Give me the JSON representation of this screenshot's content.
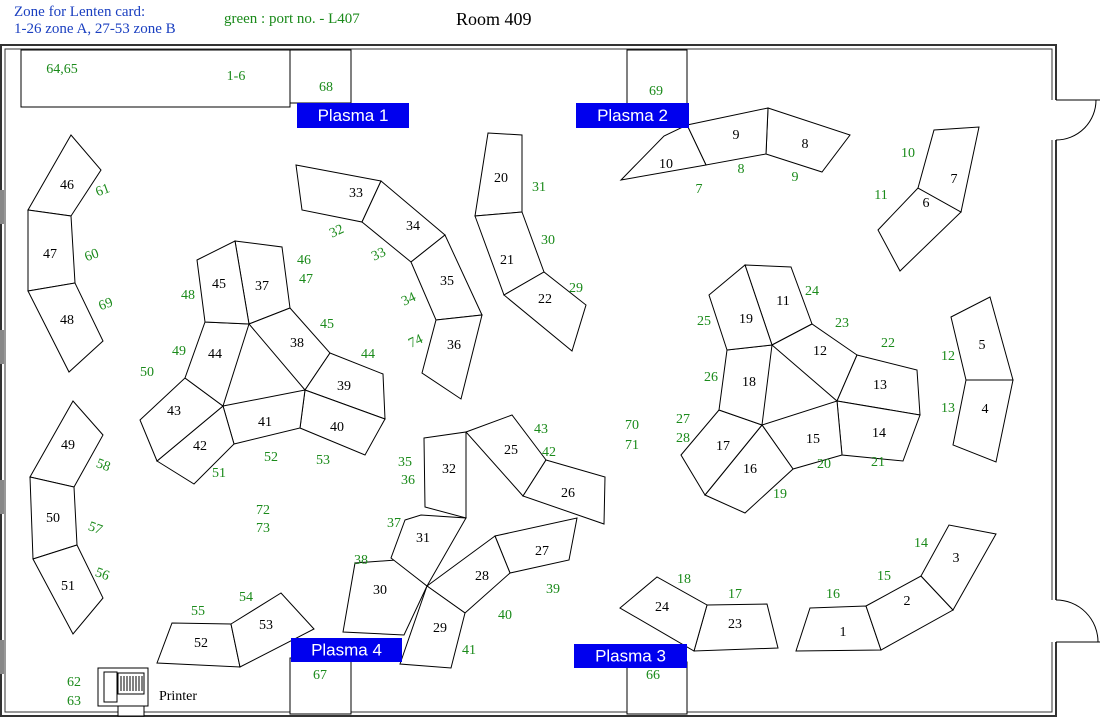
{
  "header": {
    "zone_line1": "Zone for Lenten card:",
    "zone_line2": "1-26 zone A, 27-53 zone B",
    "port_note": "green : port no. - L407",
    "room_title": "Room 409"
  },
  "colors": {
    "port": "#1a8a1a",
    "zone_note": "#1a3fc0",
    "plasma_bg": "#0000ee",
    "plasma_text": "#ffffff",
    "outline": "#000000"
  },
  "plasmas": [
    "Plasma 1",
    "Plasma 2",
    "Plasma 3",
    "Plasma 4"
  ],
  "printer_label": "Printer",
  "desks": [
    "1",
    "2",
    "3",
    "4",
    "5",
    "6",
    "7",
    "8",
    "9",
    "10",
    "11",
    "12",
    "13",
    "14",
    "15",
    "16",
    "17",
    "18",
    "19",
    "20",
    "21",
    "22",
    "23",
    "24",
    "25",
    "26",
    "27",
    "28",
    "29",
    "30",
    "31",
    "32",
    "33",
    "34",
    "35",
    "36",
    "37",
    "38",
    "39",
    "40",
    "41",
    "42",
    "43",
    "44",
    "45",
    "46",
    "47",
    "48",
    "49",
    "50",
    "51",
    "52",
    "53"
  ],
  "ports": [
    "64,65",
    "1-6",
    "68",
    "69",
    "61",
    "60",
    "69",
    "46",
    "47",
    "48",
    "45",
    "49",
    "50",
    "44",
    "32",
    "33",
    "34",
    "74",
    "31",
    "30",
    "29",
    "10",
    "11",
    "7",
    "8",
    "9",
    "24",
    "25",
    "23",
    "22",
    "26",
    "12",
    "13",
    "27",
    "28",
    "70",
    "71",
    "20",
    "21",
    "19",
    "43",
    "42",
    "35",
    "36",
    "37",
    "38",
    "39",
    "40",
    "41",
    "51",
    "52",
    "53",
    "72",
    "73",
    "58",
    "57",
    "56",
    "55",
    "54",
    "67",
    "66",
    "18",
    "17",
    "16",
    "15",
    "14",
    "62",
    "63"
  ]
}
